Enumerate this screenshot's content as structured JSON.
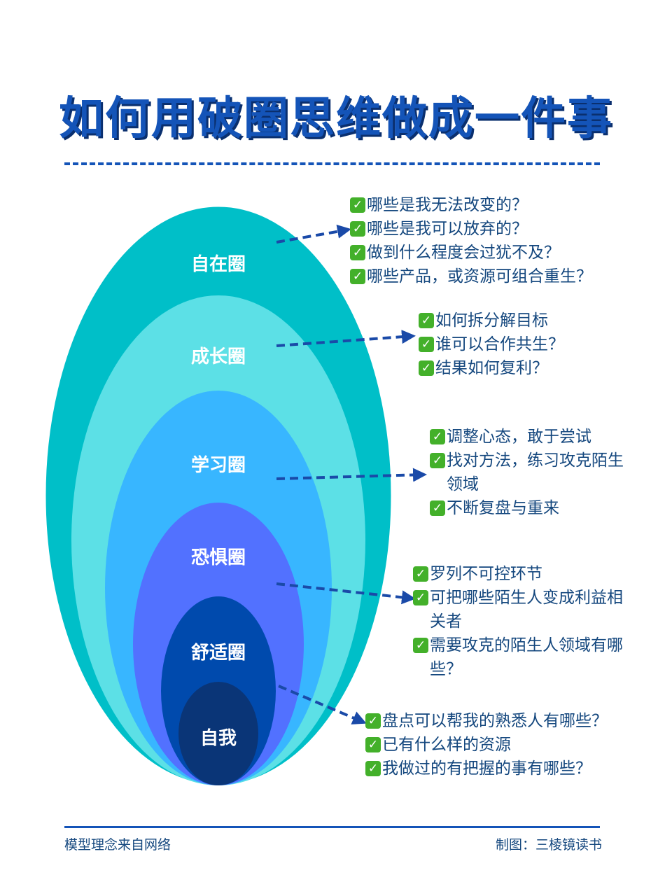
{
  "title": "如何用破圈思维做成一件事",
  "rings": [
    {
      "label": "自在圈",
      "color": "#00bfc8"
    },
    {
      "label": "成长圈",
      "color": "#5ce0e6"
    },
    {
      "label": "学习圈",
      "color": "#38b6ff"
    },
    {
      "label": "恐惧圈",
      "color": "#5271ff"
    },
    {
      "label": "舒适圈",
      "color": "#004aad"
    },
    {
      "label": "自我",
      "color": "#0a3577"
    }
  ],
  "notes": [
    {
      "items": [
        "哪些是我无法改变的？",
        "哪些是我可以放弃的？",
        "做到什么程度会过犹不及？",
        "哪些产品，或资源可组合重生？"
      ]
    },
    {
      "items": [
        "如何拆分解目标",
        "谁可以合作共生？",
        "结果如何复利？"
      ]
    },
    {
      "items": [
        "调整心态，敢于尝试",
        "找对方法，练习攻克陌生领域",
        "不断复盘与重来"
      ]
    },
    {
      "items": [
        "罗列不可控环节",
        "可把哪些陌生人变成利益相关者",
        "需要攻克的陌生人领域有哪些？"
      ]
    },
    {
      "items": [
        "盘点可以帮我的熟悉人有哪些？",
        "已有什么样的资源",
        "我做过的有把握的事有哪些？"
      ]
    }
  ],
  "footer": {
    "left": "模型理念来自网络",
    "right": "制图：三棱镜读书"
  },
  "colors": {
    "accent": "#1454b8",
    "arrow": "#1a4aa8",
    "check": "#43b02a"
  }
}
